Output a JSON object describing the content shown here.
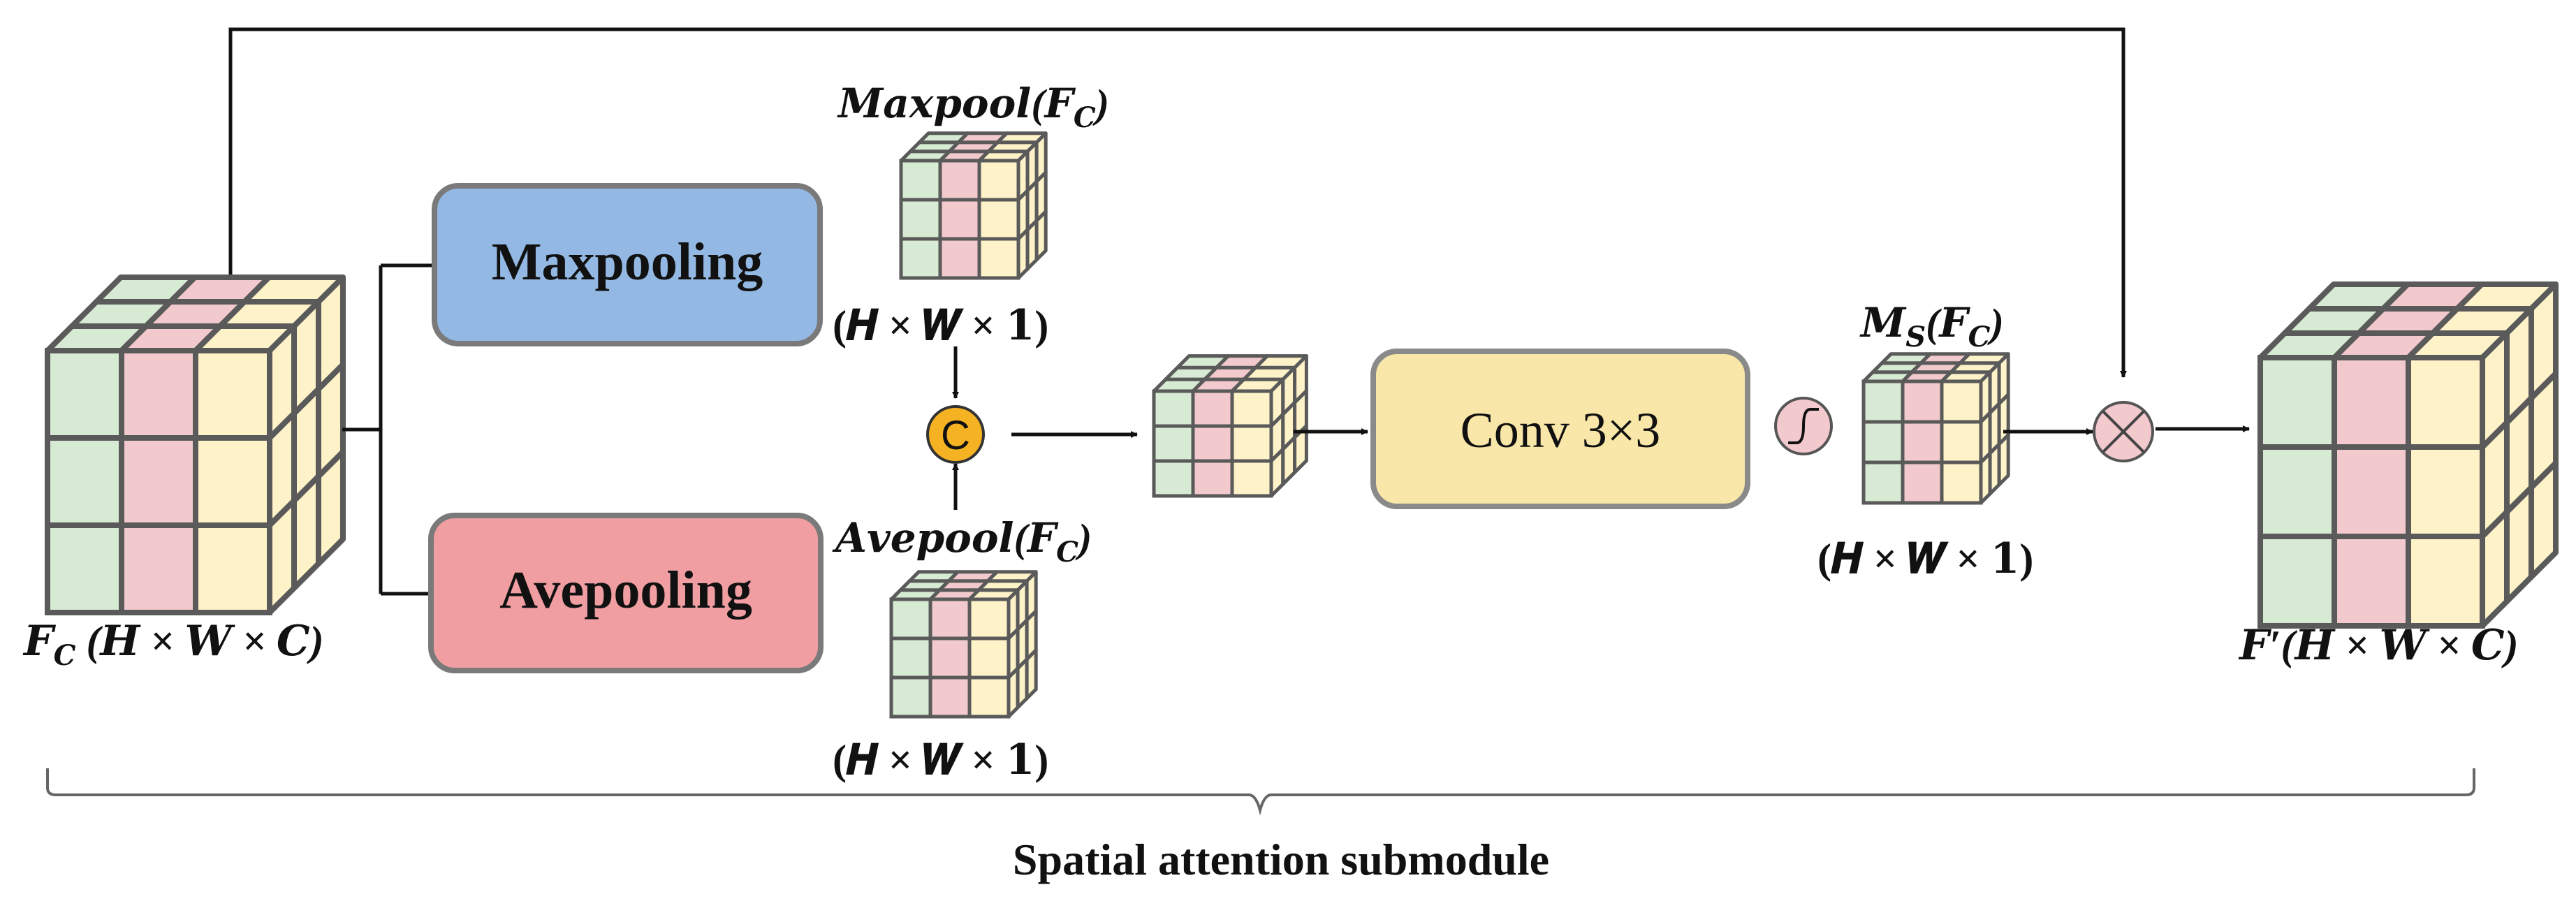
{
  "diagram": {
    "colors": {
      "green": "#d7ead3",
      "pink": "#f2c9cc",
      "yellow": "#fdf2c8",
      "grid_stroke": "#5a5a5a",
      "maxpool_box": "#93b8e3",
      "avepool_box": "#f09ea1",
      "conv_box": "#f8e7a8",
      "concat_circle": "#f5b324",
      "op_circle": "#f2c9cc",
      "line": "#111111"
    },
    "input": {
      "label": "F_C (H × W × C)",
      "label_math": "𝑭",
      "label_sub": "𝑪",
      "label_rest": "(𝑯 × 𝑾 × 𝑪)"
    },
    "maxpool_box": {
      "label": "Maxpooling"
    },
    "avepool_box": {
      "label": "Avepooling"
    },
    "maxpool_out": {
      "title": "𝑴𝒂𝒙𝒑𝒐𝒐𝒍(𝑭",
      "title_sub": "𝑪",
      "title_close": ")",
      "dim": "(𝑯 × 𝑾 × 𝟏)"
    },
    "avepool_out": {
      "title": "𝑨𝒗𝒆𝒑𝒐𝒐𝒍(𝑭",
      "title_sub": "𝑪",
      "title_close": ")",
      "dim": "(𝑯 × 𝑾 × 𝟏)"
    },
    "concat": {
      "symbol": "C"
    },
    "conv_box": {
      "label": "Conv 3×3"
    },
    "attention_map": {
      "title": "𝑴",
      "title_sub_s": "𝑺",
      "title_mid": "(𝑭",
      "title_sub": "𝑪",
      "title_close": ")",
      "dim": "(𝑯 × 𝑾 × 𝟏)"
    },
    "output": {
      "label_main": "𝑭′(𝑯 × 𝑾 × 𝑪)"
    },
    "caption": "Spatial attention submodule"
  }
}
